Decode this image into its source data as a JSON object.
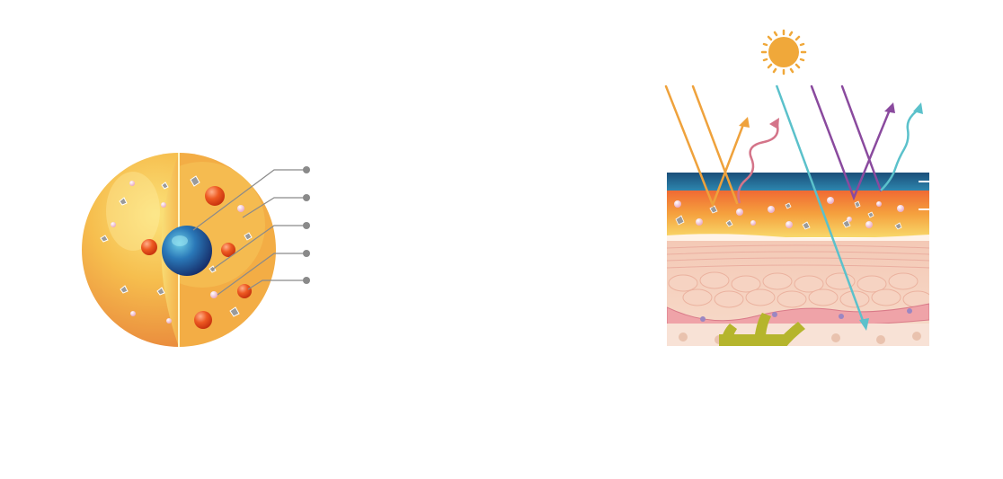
{
  "sphere_diagram": {
    "label_count": 5,
    "particles": [
      "core-icon",
      "red-bead-icon",
      "crystal-flake-icon",
      "pink-pearl-icon"
    ]
  },
  "skin_diagram": {
    "layers": [
      "blue-film",
      "orange-particle-layer",
      "dermis",
      "cell-layer",
      "capillary-layer"
    ],
    "ray_icons": [
      "sun-icon",
      "orange-ray-icon",
      "pink-wave-icon",
      "teal-ray-icon",
      "purple-ray-icon",
      "teal-wave-icon"
    ]
  },
  "colors": {
    "sphere_orange": "#F0A546",
    "sphere_yellow": "#F8D55A",
    "core_blue": "#1B4F8F",
    "bead_red": "#E84A1C",
    "sun": "#F0A83A",
    "orange_ray": "#EFA23C",
    "pink_wave": "#D47489",
    "teal_ray": "#5BC1CB",
    "purple_ray": "#8A4A9E",
    "blue_film": "#1D5C86",
    "dermis_pink": "#F2C2B2",
    "leader_gray": "#8A8A8A"
  }
}
